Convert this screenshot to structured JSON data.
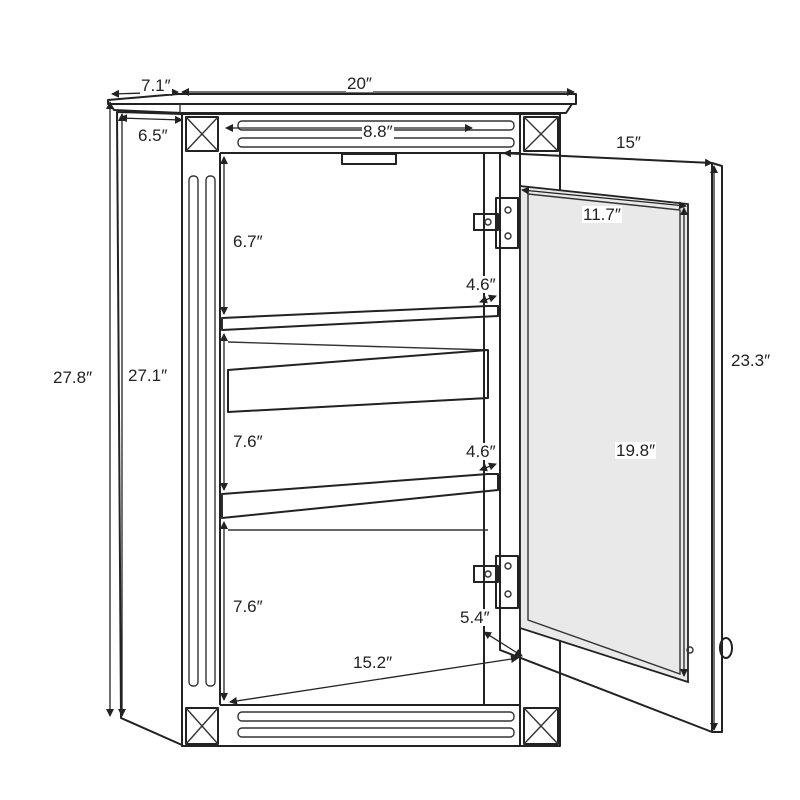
{
  "dimensions": {
    "cabinet_depth": "7.1″",
    "top_width": "20″",
    "inner_depth": "6.5″",
    "header_opening_width": "8.8″",
    "door_width": "15″",
    "mirror_width": "11.7″",
    "total_height": "27.8″",
    "body_height": "27.1″",
    "top_compartment_height": "6.7″",
    "upper_shelf_depth": "4.6″",
    "middle_compartment_height": "7.6″",
    "lower_shelf_depth": "4.6″",
    "bottom_compartment_height": "7.6″",
    "bottom_depth": "5.4″",
    "inner_width": "15.2″",
    "door_height": "23.3″",
    "mirror_height": "19.8″"
  }
}
